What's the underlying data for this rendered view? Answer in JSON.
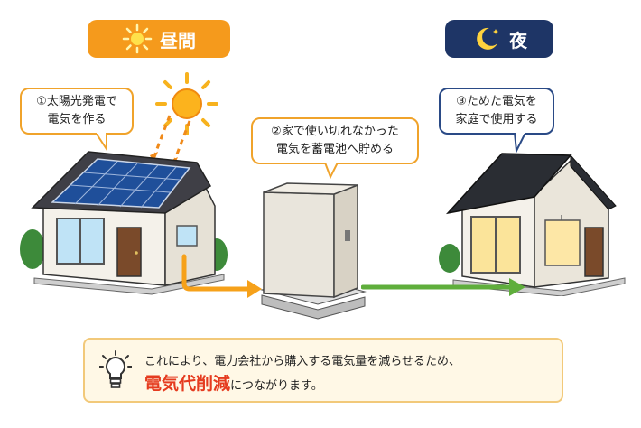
{
  "day_label": "昼間",
  "night_label": "夜",
  "step1": [
    "①太陽光発電で",
    "電気を作る"
  ],
  "step2": [
    "②家で使い切れなかった",
    "電気を蓄電池へ貯める"
  ],
  "step3": [
    "③ためた電気を",
    "家庭で使用する"
  ],
  "note": {
    "line1": "これにより、電力会社から購入する電気量を減らせるため、",
    "highlight": "電気代削減",
    "suffix": "につながります。"
  },
  "colors": {
    "day_pill": "#f59a1c",
    "night_pill": "#1e3566",
    "bubble_day": "#f0a32b",
    "bubble_night": "#2a4a86",
    "arrow_orange": "#f6a11a",
    "arrow_green": "#5fae3c"
  }
}
